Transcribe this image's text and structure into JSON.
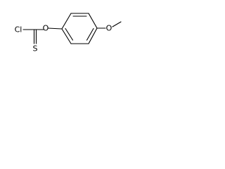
{
  "molecule": {
    "atoms": {
      "chlorine": "Cl",
      "sulfur": "S",
      "ester_oxygen": "O",
      "methoxy_oxygen": "O"
    },
    "colors": {
      "bond": "#000000",
      "label": "#000000",
      "background": "#ffffff"
    }
  }
}
